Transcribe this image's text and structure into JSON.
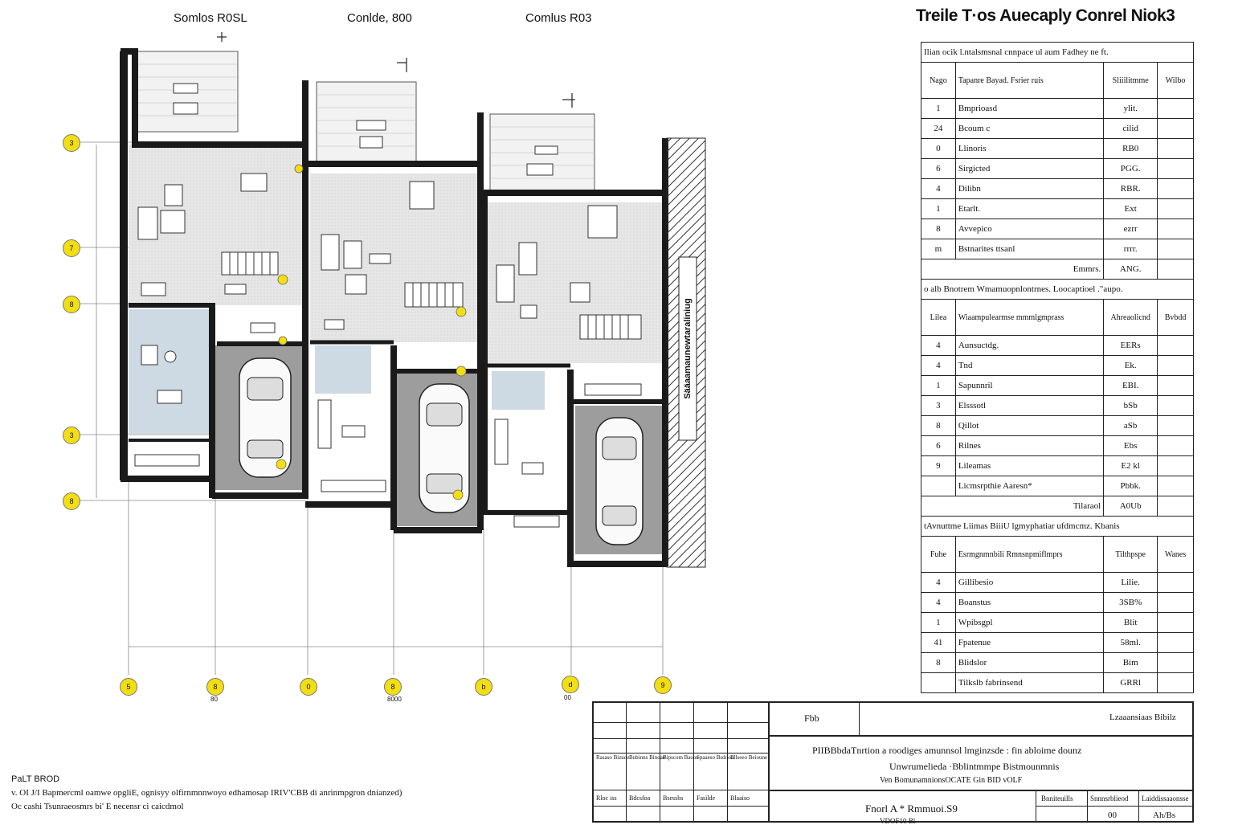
{
  "sheet_title": "Treile  T·os Auecaply   Conrel Niok3",
  "units": [
    {
      "label": "Somlos R0SL"
    },
    {
      "label": "Conlde, 800"
    },
    {
      "label": "Comlus R03"
    }
  ],
  "grid_bubbles_left": [
    "3",
    "7",
    "8",
    "3",
    "8"
  ],
  "grid_bubbles_bottom": [
    "5",
    "8",
    "0",
    "8",
    "b",
    "d",
    "9"
  ],
  "bottom_sublabels": [
    "80",
    "8000",
    "00"
  ],
  "side_wall_label": "Sääaamaunewtaraliniug",
  "schedule": {
    "title": "Ilian ocik l.ntalsmsnal cnnpace ul aum Fadhey ne ft.",
    "header": [
      "Nago",
      "Tapanre Bayad. Fsrier ruis",
      "Sliiilitmme",
      "Wilbo"
    ],
    "rows": [
      [
        "1",
        "Bmprioasd",
        "ylit.",
        ""
      ],
      [
        "24",
        "Bcoum c",
        "cilid",
        ""
      ],
      [
        "0",
        "Llinoris",
        "RB0",
        ""
      ],
      [
        "6",
        "Sirgicted",
        "PGG.",
        ""
      ],
      [
        "4",
        "Dilibn",
        "RBR.",
        ""
      ],
      [
        "1",
        "Etarlt.",
        "Ext",
        ""
      ],
      [
        "8",
        "Avvepico",
        "ezrr",
        ""
      ],
      [
        "m",
        "Bstnarites ttsanl",
        "rrrr.",
        ""
      ]
    ],
    "total1": [
      "Emmrs.",
      "ANG."
    ],
    "title2": "o alb Bnotrem Wmamuopnlontrnes. Loocaptioel .\"aupo.",
    "header2": [
      "Lilea",
      "Wiaampulearmse mmmlgmprass",
      "Ahreaolicnd",
      "Bvbdd"
    ],
    "rows2": [
      [
        "4",
        "Aunsuctdg.",
        "EERs",
        ""
      ],
      [
        "4",
        "Tnd",
        "Ek.",
        ""
      ],
      [
        "1",
        "Sapunnril",
        "EBI.",
        ""
      ],
      [
        "3",
        "Elsssotl",
        "bSb",
        ""
      ],
      [
        "8",
        "Qillot",
        "aSb",
        ""
      ],
      [
        "6",
        "Rilnes",
        "Ebs",
        ""
      ],
      [
        "9",
        "Lileamas",
        "E2 kl",
        ""
      ],
      [
        "",
        "Licmsrpthie Aaresn*",
        "Pbbk.",
        ""
      ]
    ],
    "total2": [
      "Tilaraol",
      "A0Ub"
    ],
    "title3": "tAvnuttme Liimas  BiiiU lgmyphatiar   ufdmcmz. Kbanis",
    "header3": [
      "Fuhe",
      "Esrmgnmnbili Rmnsnpmiflmprs",
      "Tilthpspe",
      "Wanes"
    ],
    "rows3": [
      [
        "4",
        "Gillibesio",
        "Lilie.",
        ""
      ],
      [
        "4",
        "Boanstus",
        "3SB%",
        ""
      ],
      [
        "1",
        "Wpibsgpl",
        "Blit",
        ""
      ],
      [
        "41",
        "Fpatenue",
        "58ml.",
        ""
      ],
      [
        "8",
        "Blidslor",
        "Bim",
        ""
      ],
      [
        "",
        "Tilkslb fabrinsend",
        "GRRl",
        ""
      ]
    ]
  },
  "title_block": {
    "revision_head": "Fbb",
    "revision_right": "Lzaaansiaas Bibilz",
    "desc_line1": "PIIBBbdaTnrtion a roodiges amunnsol  lmginzsde : fin abloime dounz",
    "desc_line2": "Unwrumelieda  ·Bblintmmpe Bistmounmnis",
    "desc_line3": "Ven BomunamnionsOCATE Gin BID vOLF",
    "project_line": "Fnorl A * Rmmuoi.S9",
    "project_sub": "VDOF10 Bl",
    "cols": [
      "Bnniteuills",
      "Snnnsrblieod",
      "Laiddissaaonsse"
    ],
    "col_values": [
      "",
      "00",
      "Ah/Bs"
    ],
    "small_cells": [
      "Rasaso Bizuoe",
      "Bubinns Binoae",
      "Bipscom Baoos",
      "Spaaeso Bsduou",
      "Bllseeo Beioune"
    ],
    "small_row2": [
      "Rloc iss",
      "Bdcsfoa",
      "Bsessbs",
      "Fasilde",
      "Blaaiso"
    ]
  },
  "notes": {
    "heading": "PaLT BROD",
    "line1": "v. OI J/I Bapmercml oamwe opgliE, ognisyy olfirnmnnwoyo edhamosap IRIV'CBB di anrinmpgron dnianzed)",
    "line2": "Oc cashi Tsunraeosmrs bi' E necensr ci caicdmol"
  },
  "colors": {
    "wall": "#1a1a1a",
    "grid_bubble": "#f2de12",
    "floor_living": "#e8e8e8",
    "floor_bath": "#c8d6e2",
    "garage": "#9a9a9a"
  }
}
